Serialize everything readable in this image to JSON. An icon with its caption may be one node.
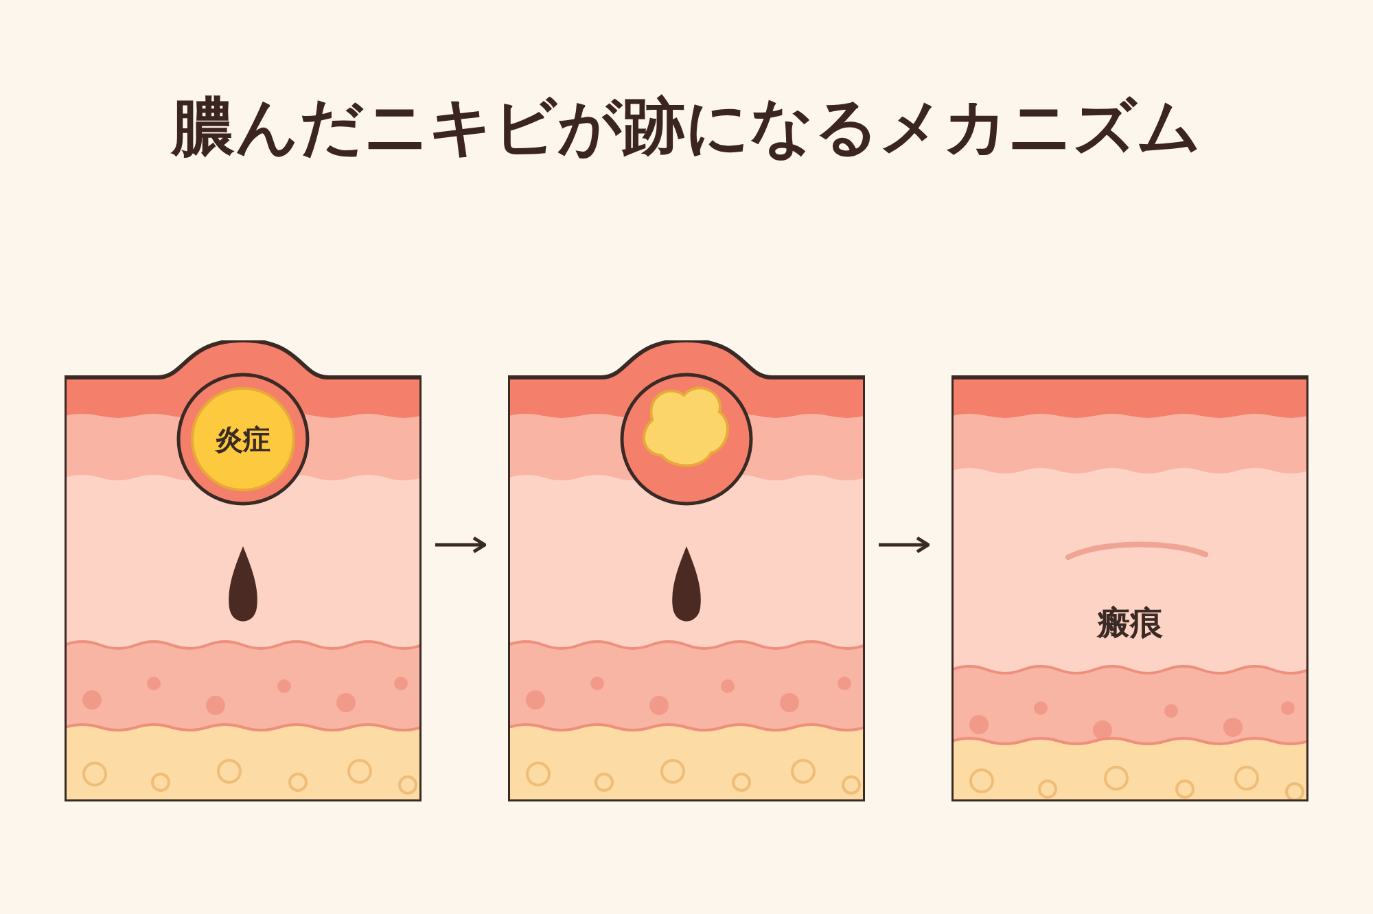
{
  "diagram": {
    "title": "膿んだニキビが跡になるメカニズム",
    "nodes": [
      {
        "text": [],
        "shape": "picture"
      },
      {
        "text": [
          "炎症"
        ],
        "in": 0
      },
      {
        "text": [],
        "shape": "picture"
      },
      {
        "text": [
          "瘢痕"
        ]
      }
    ],
    "edges": [
      {
        "from": 0,
        "to": 2,
        "arrow": "to"
      },
      {
        "from": 2,
        "to": 3,
        "arrow": "to"
      }
    ]
  }
}
